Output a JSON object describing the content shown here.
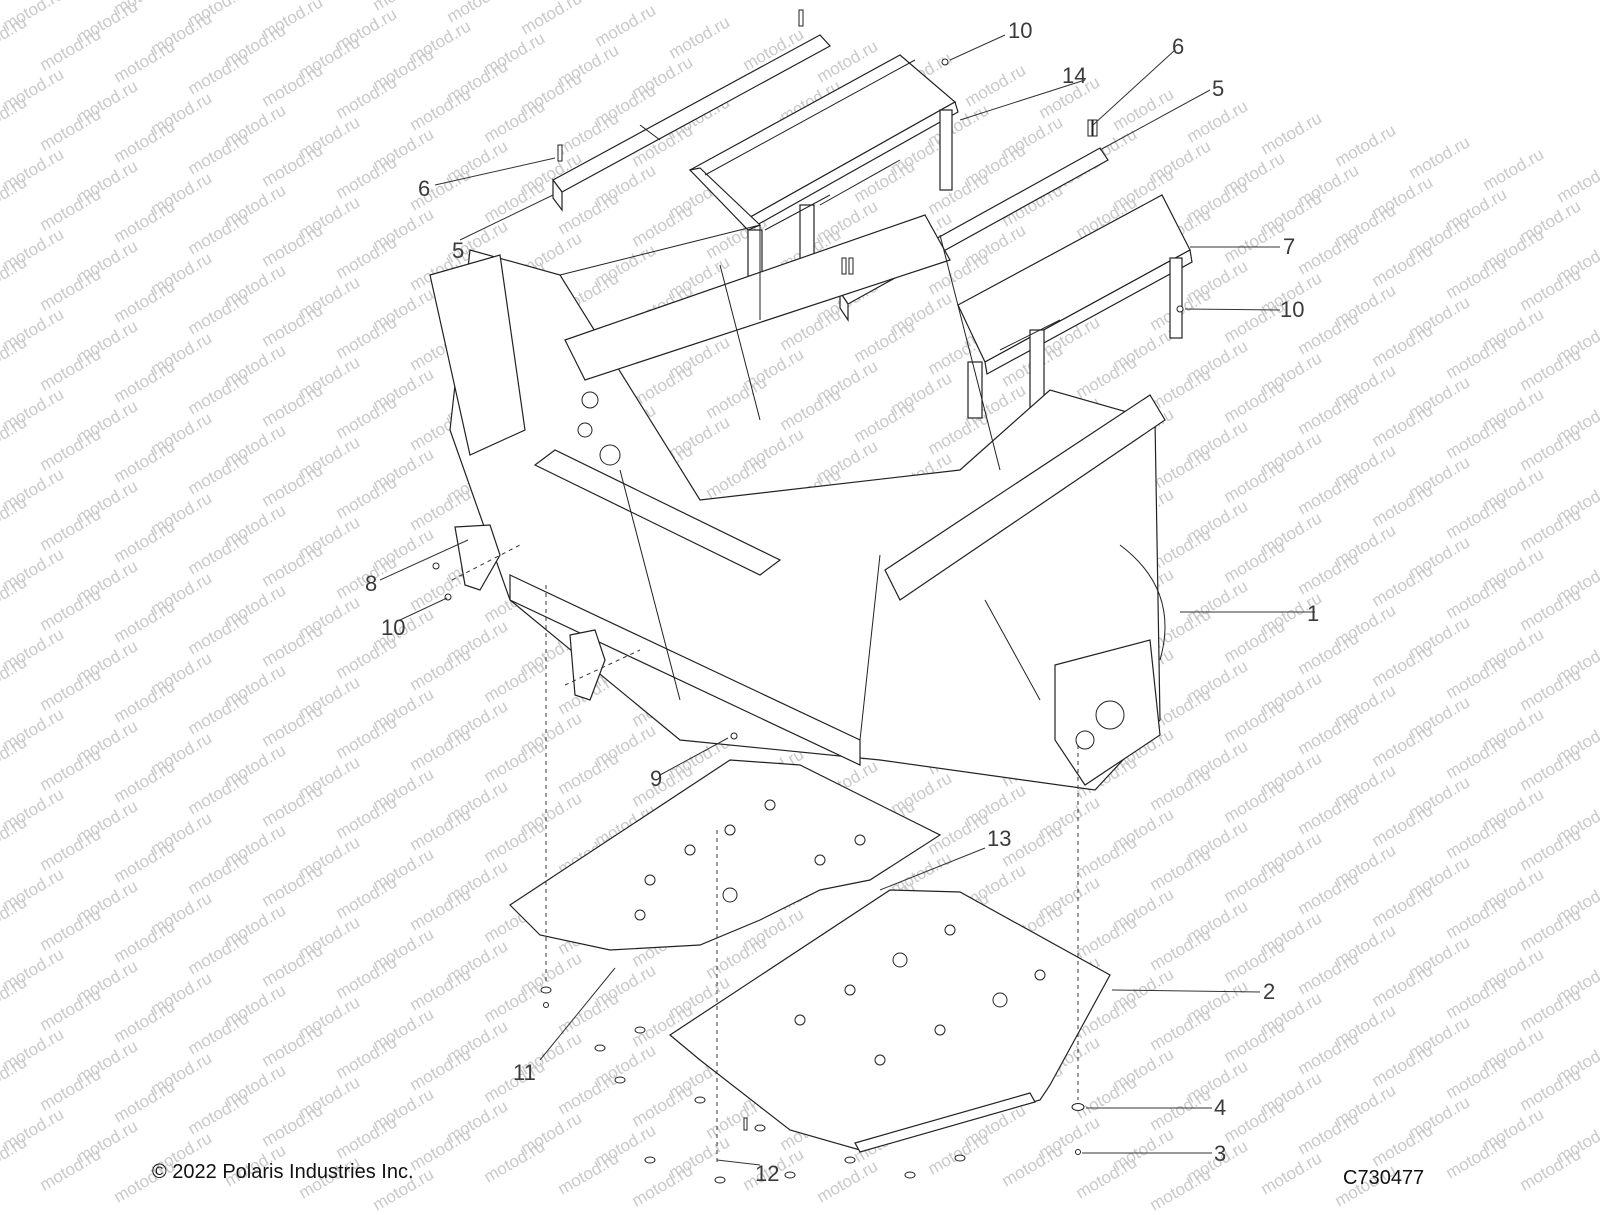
{
  "diagram": {
    "callouts": {
      "c1": "1",
      "c2": "2",
      "c3": "3",
      "c4": "4",
      "c5a": "5",
      "c5b": "5",
      "c6a": "6",
      "c6b": "6",
      "c7": "7",
      "c8": "8",
      "c9": "9",
      "c10a": "10",
      "c10b": "10",
      "c10c": "10",
      "c11": "11",
      "c12": "12",
      "c13": "13",
      "c14": "14"
    },
    "copyright": "© 2022 Polaris Industries Inc.",
    "figure_id": "C730477",
    "watermark": "motod.ru"
  }
}
